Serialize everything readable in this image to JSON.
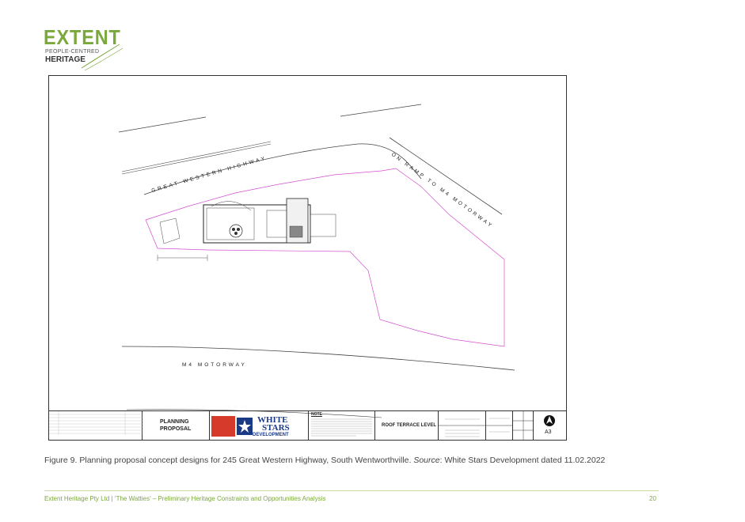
{
  "logo": {
    "main": "EXTENT",
    "line1": "PEOPLE-CENTRED",
    "line2": "HERITAGE"
  },
  "drawing": {
    "road_great_western": "GREAT WESTERN HIGHWAY",
    "road_on_ramp": "ON RAMP TO M4 MOTORWAY",
    "road_m4": "M4 MOTORWAY",
    "title_block": {
      "planning": "PLANNING",
      "proposal": "PROPOSAL",
      "brand_white": "WHITE",
      "brand_stars": "STARS",
      "brand_dev": "DEVELOPMENT",
      "note": "NOTE",
      "drawing_title": "ROOF TERRACE LEVEL",
      "sheet_size": "A3"
    }
  },
  "caption": {
    "text": "Figure 9. Planning proposal concept designs for 245 Great Western Highway, South Wentworthville. ",
    "source_label": "Source",
    "source_text": ": White Stars Development dated 11.02.2022"
  },
  "footer": {
    "left": "Extent Heritage Pty Ltd | ‘The Watties’ – Preliminary Heritage Constraints and Opportunities Analysis",
    "page": "20"
  }
}
